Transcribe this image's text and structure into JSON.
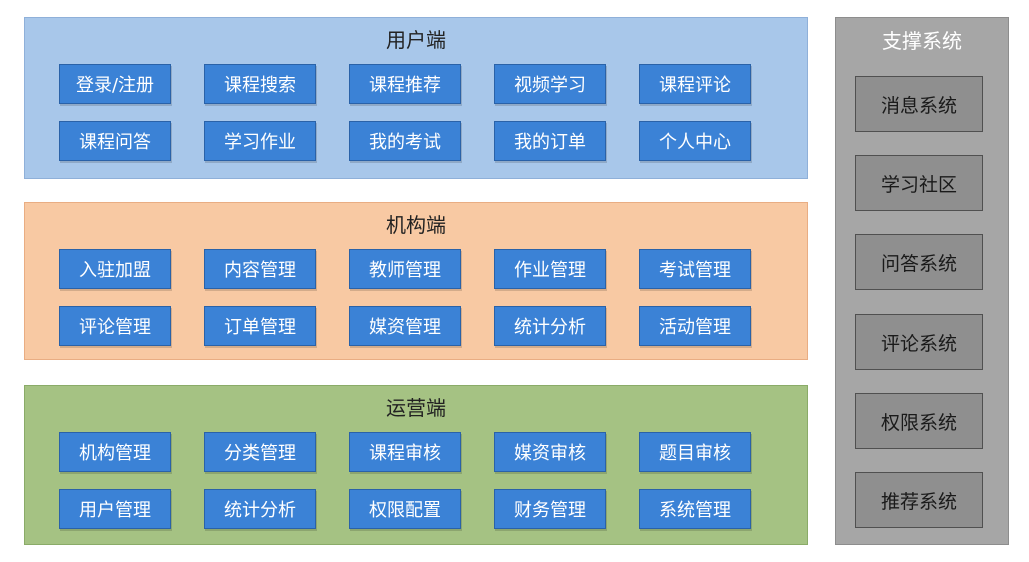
{
  "user": {
    "title": "用户端",
    "items": [
      "登录/注册",
      "课程搜索",
      "课程推荐",
      "视频学习",
      "课程评论",
      "课程问答",
      "学习作业",
      "我的考试",
      "我的订单",
      "个人中心"
    ]
  },
  "org": {
    "title": "机构端",
    "items": [
      "入驻加盟",
      "内容管理",
      "教师管理",
      "作业管理",
      "考试管理",
      "评论管理",
      "订单管理",
      "媒资管理",
      "统计分析",
      "活动管理"
    ]
  },
  "ops": {
    "title": "运营端",
    "items": [
      "机构管理",
      "分类管理",
      "课程审核",
      "媒资审核",
      "题目审核",
      "用户管理",
      "统计分析",
      "权限配置",
      "财务管理",
      "系统管理"
    ]
  },
  "support": {
    "title": "支撑系统",
    "items": [
      "消息系统",
      "学习社区",
      "问答系统",
      "评论系统",
      "权限系统",
      "推荐系统"
    ]
  },
  "colors": {
    "user_bg": "#a8c7ea",
    "org_bg": "#f8c9a3",
    "ops_bg": "#a5c283",
    "button": "#3b82d6",
    "support_bg": "#a6a6a6",
    "support_button": "#8f8f8f"
  }
}
